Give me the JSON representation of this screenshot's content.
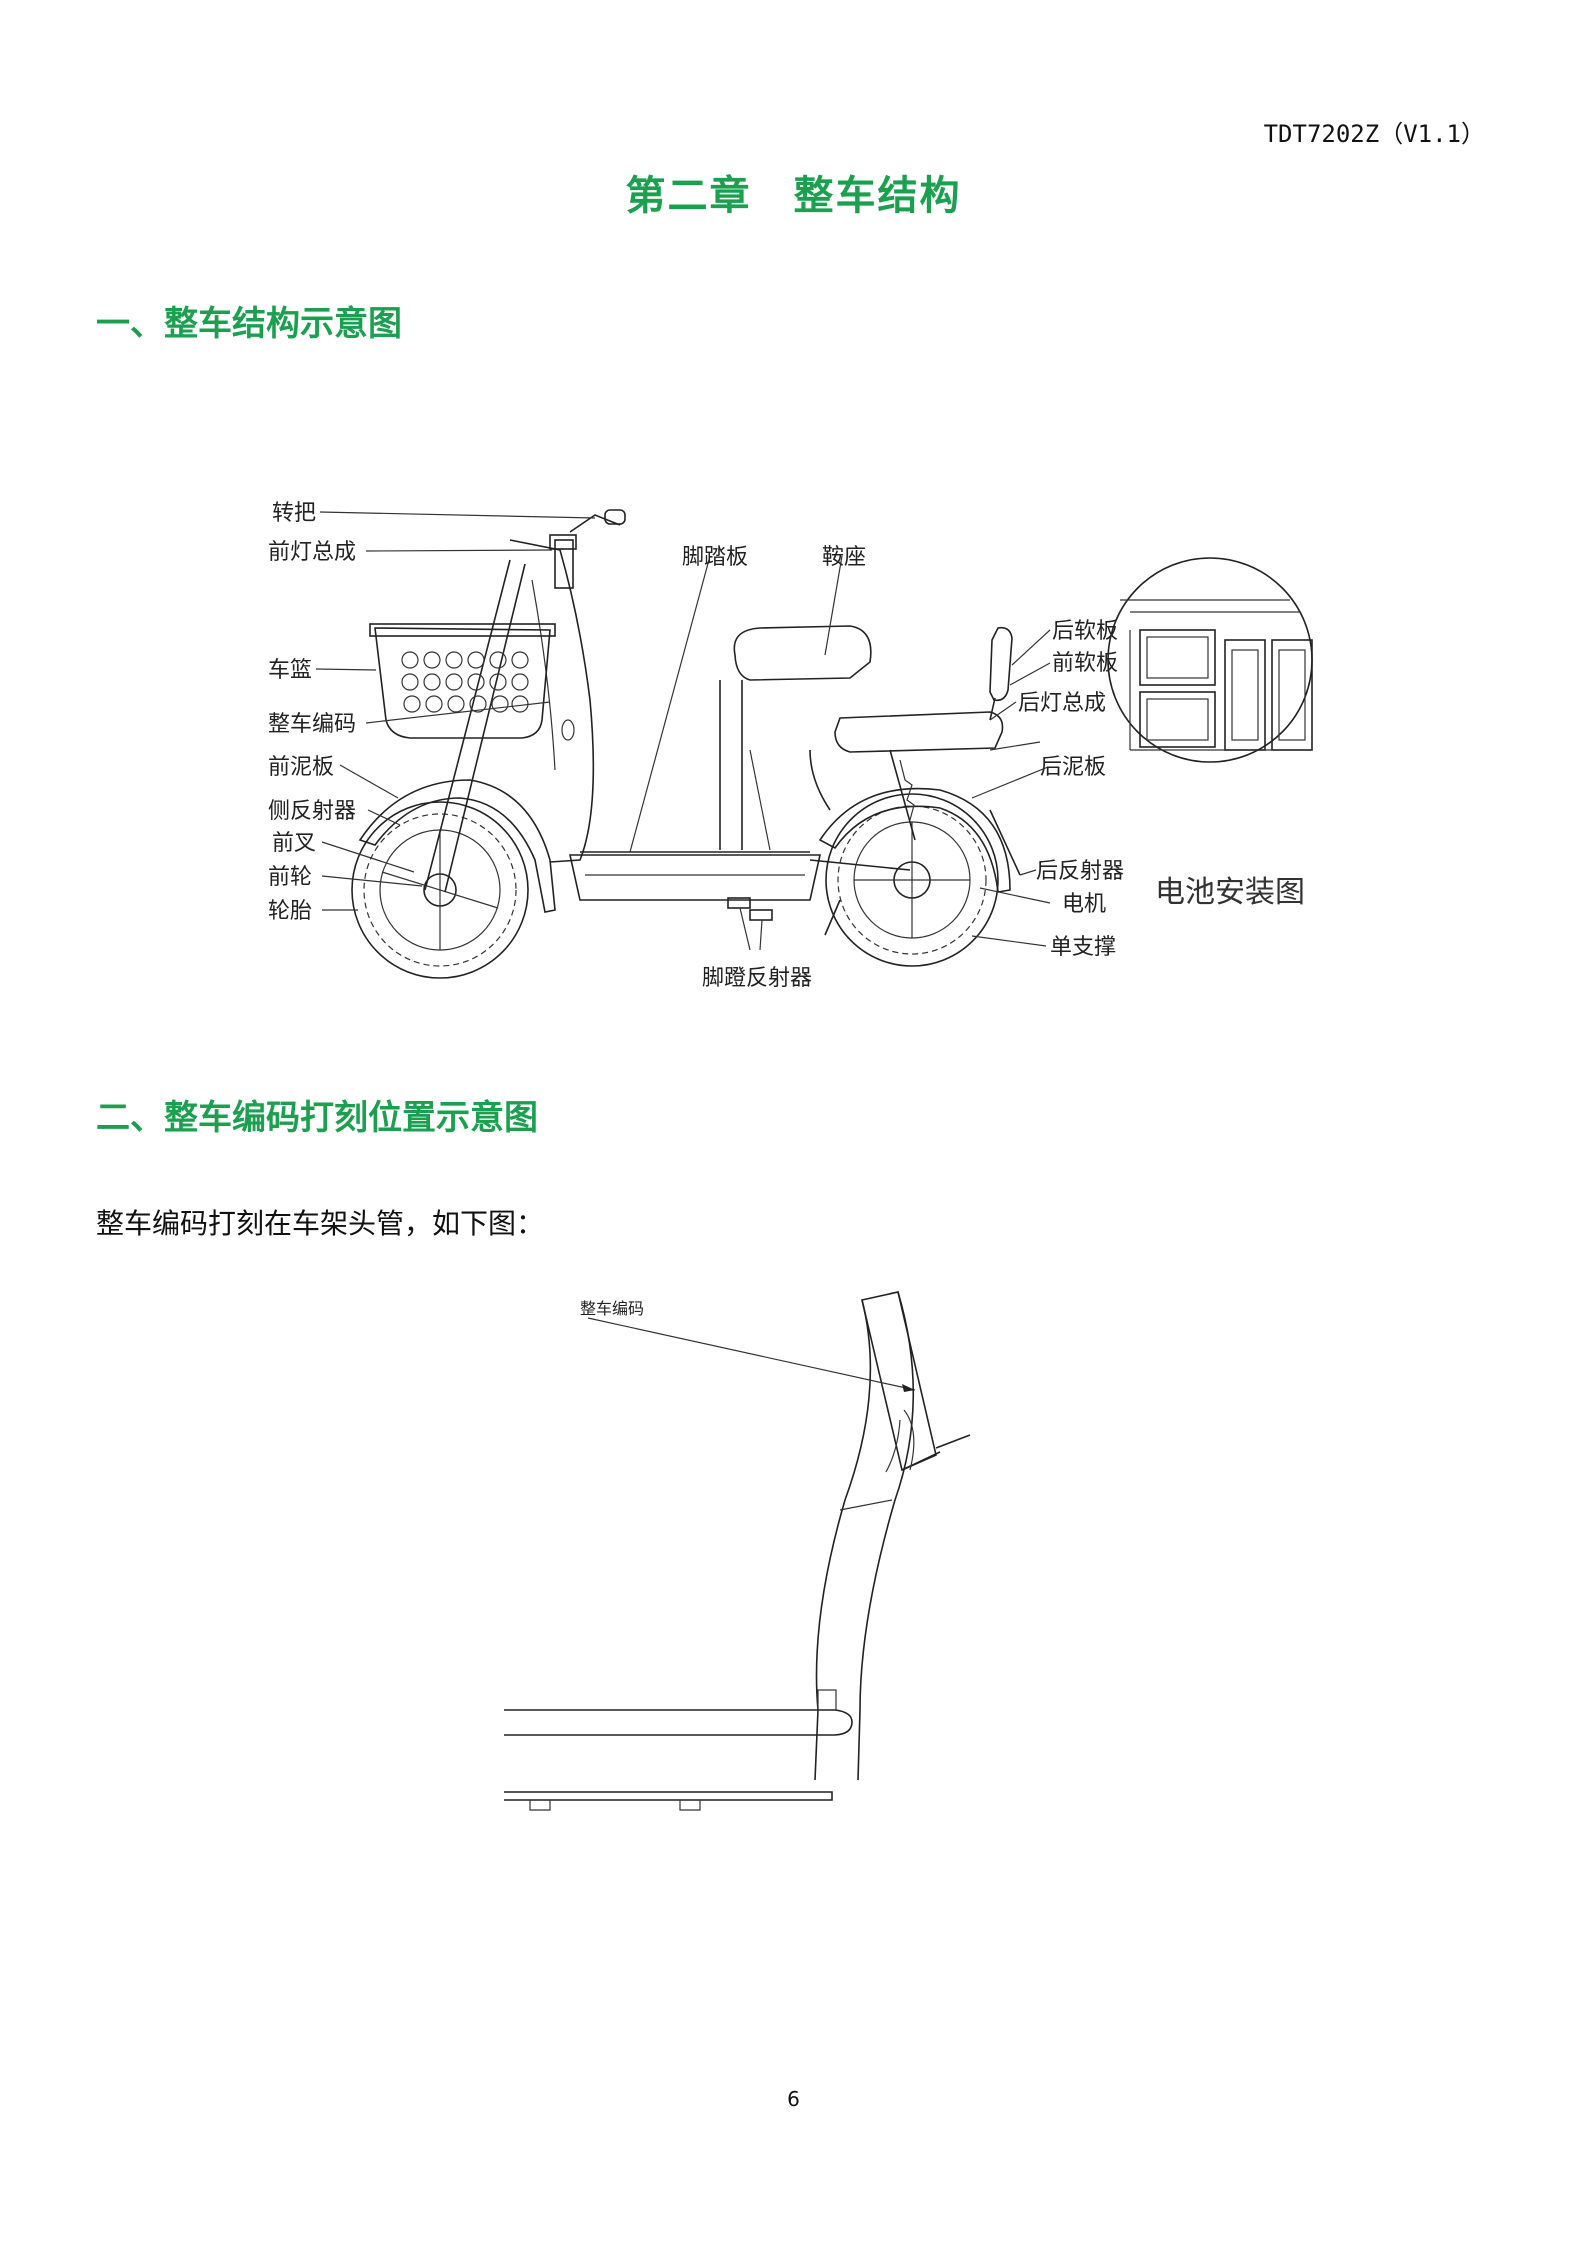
{
  "header": {
    "doc_code": "TDT7202Z（V1.1）"
  },
  "chapter_title": "第二章　整车结构",
  "section1": {
    "title": "一、整车结构示意图",
    "labels": {
      "handlebar": "转把",
      "headlight": "前灯总成",
      "basket": "车篮",
      "vin": "整车编码",
      "front_fender": "前泥板",
      "side_reflector": "侧反射器",
      "front_fork": "前叉",
      "front_wheel": "前轮",
      "tire": "轮胎",
      "footboard": "脚踏板",
      "saddle": "鞍座",
      "rear_soft_board": "后软板",
      "front_soft_board": "前软板",
      "taillight": "后灯总成",
      "rear_fender": "后泥板",
      "rear_reflector": "后反射器",
      "motor": "电机",
      "kickstand": "单支撑",
      "pedal_reflector": "脚蹬反射器",
      "battery_diagram": "电池安装图"
    }
  },
  "section2": {
    "title": "二、整车编码打刻位置示意图",
    "text": "整车编码打刻在车架头管，如下图：",
    "frame_label": "整车编码"
  },
  "page_number": "6"
}
